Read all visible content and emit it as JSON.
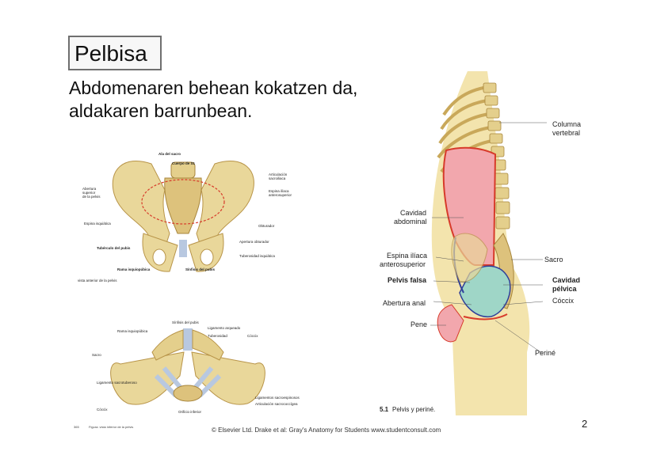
{
  "slide": {
    "title": "Pelbisa",
    "subtitle_line1": "Abdomenaren behean kokatzen da,",
    "subtitle_line2": "aldakaren barrunbean.",
    "page_number": "2"
  },
  "figure_front": {
    "labels": {
      "ala": "Ala del sacro",
      "cuerpo": "Cuerpo de S1",
      "articulacion": "Articulación",
      "articulacion2": "sacroiliaca",
      "espina_ant": "Espina ilíaca",
      "espina_ant2": "anterosuperior",
      "abertura": "Abertura",
      "abertura2": "superior",
      "abertura3": "de la pelvis",
      "espina_isquiatica": "Espina isquiática",
      "obturador": "Obturador",
      "apertura": "Apertura obturador",
      "tuberculo": "Tubérculo del pubis",
      "tuberosidad": "Tuberosidad isquiática",
      "rama": "Rama isquiopúbica",
      "sinfisis": "Sínfisis del pubis",
      "caption": "vista anterior de la pelvis"
    }
  },
  "figure_lower": {
    "labels": {
      "l1": "Sínfisis del pubis",
      "l2": "Rama isquiopúbica",
      "l3": "Ligamento arqueado",
      "l4": "Tuberosidad",
      "l5": "Cóccix",
      "l6": "Sacro",
      "l7": "Ligamento sacrotuberoso",
      "l8": "Ligamentos sacroespinosos",
      "l9": "Cóccix",
      "l10": "Articulación sacrococcígea",
      "l11": "Orificio inferior"
    }
  },
  "figure_right": {
    "labels": {
      "columna": "Columna",
      "columna2": "vertebral",
      "cavidad_abd": "Cavidad",
      "cavidad_abd2": "abdominal",
      "espina": "Espina ilíaca",
      "espina2": "anterosuperior",
      "pelvis_falsa": "Pelvis falsa",
      "abertura_anal": "Abertura anal",
      "pene": "Pene",
      "sacro": "Sacro",
      "cavidad_pelvica": "Cavidad",
      "cavidad_pelvica2": "pélvica",
      "coccix": "Cóccix",
      "perine": "Periné"
    },
    "caption_num": "5.1",
    "caption_text": "Pelvis y periné."
  },
  "footer": {
    "copyright": "© Elsevier Ltd. Drake et al: Gray's Anatomy for Students www.studentconsult.com",
    "small_num": "365",
    "small_caption": "Figura: vista inferior de la pelvis"
  },
  "colors": {
    "bone": "#e9d79a",
    "bone_dark": "#c9a85a",
    "abdominal": "#f2a7ad",
    "pelvic": "#9fd6c7",
    "red_line": "#d73a2a",
    "blue_line": "#2f3f9a",
    "skin": "#f3e4ad",
    "ligament": "#b8c8e0"
  }
}
